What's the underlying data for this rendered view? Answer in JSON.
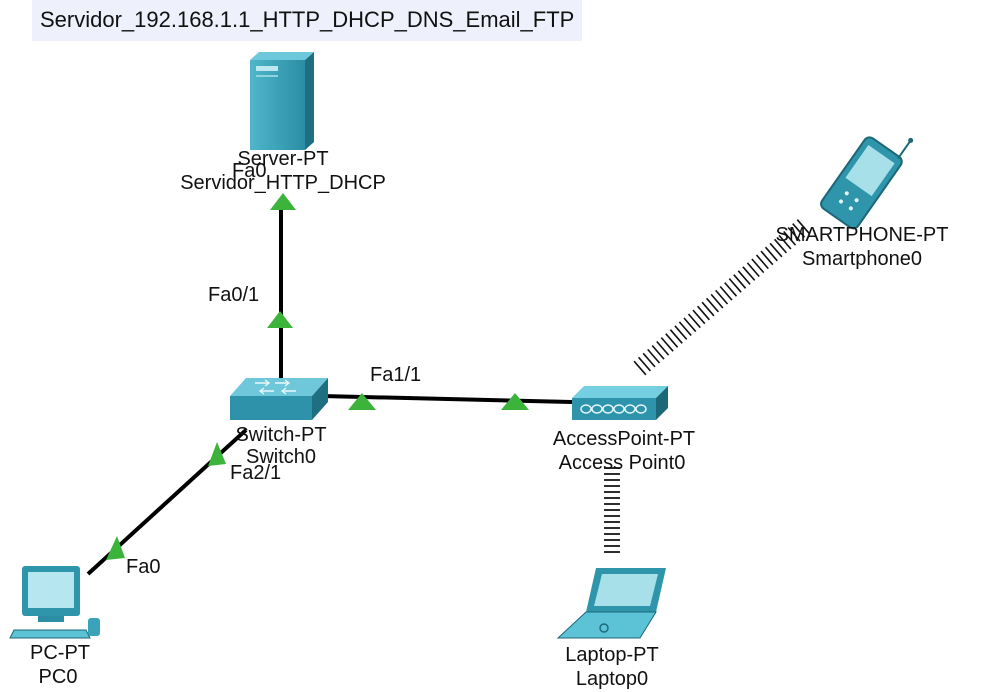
{
  "note": "Servidor_192.168.1.1_HTTP_DHCP_DNS_Email_FTP",
  "colors": {
    "device_teal": "#2f95ab",
    "device_dark": "#1c6778",
    "device_light": "#5cc2d6",
    "link": "#000000",
    "link_up": "#3cb43c",
    "note_bg": "#eef1fb"
  },
  "devices": {
    "server": {
      "icon": "server-icon",
      "model": "Server-PT",
      "name": "Servidor_HTTP_DHCP"
    },
    "switch": {
      "icon": "switch-icon",
      "model": "Switch-PT",
      "name": "Switch0"
    },
    "access_point": {
      "icon": "access-point-icon",
      "model": "AccessPoint-PT",
      "name": "Access Point0"
    },
    "smartphone": {
      "icon": "smartphone-icon",
      "model": "SMARTPHONE-PT",
      "name": "Smartphone0"
    },
    "pc": {
      "icon": "pc-icon",
      "model": "PC-PT",
      "name": "PC0"
    },
    "laptop": {
      "icon": "laptop-icon",
      "model": "Laptop-PT",
      "name": "Laptop0"
    }
  },
  "ports": {
    "server_fa0": "Fa0",
    "switch_fa0_1": "Fa0/1",
    "switch_fa1_1": "Fa1/1",
    "switch_fa2_1": "Fa2/1",
    "pc_fa0": "Fa0"
  },
  "links": [
    {
      "from": "server",
      "to": "switch",
      "type": "ethernet",
      "status": "up"
    },
    {
      "from": "switch",
      "to": "access_point",
      "type": "ethernet",
      "status": "up"
    },
    {
      "from": "switch",
      "to": "pc",
      "type": "ethernet",
      "status": "up"
    },
    {
      "from": "access_point",
      "to": "smartphone",
      "type": "wireless"
    },
    {
      "from": "access_point",
      "to": "laptop",
      "type": "wireless"
    }
  ]
}
